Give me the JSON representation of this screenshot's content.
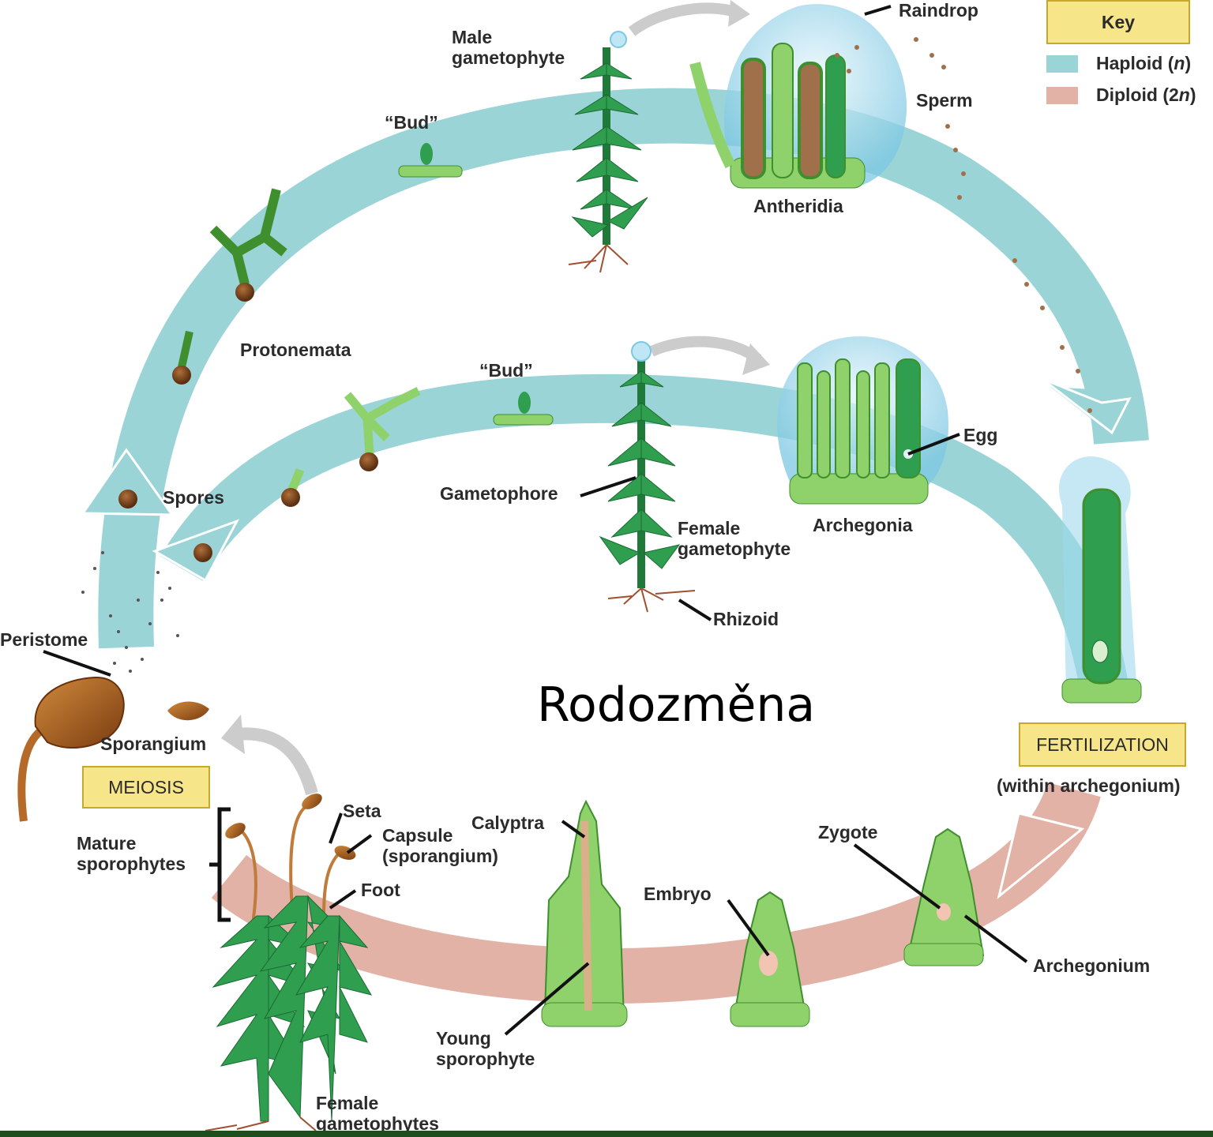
{
  "title": "Rodozměna",
  "key": {
    "title": "Key",
    "haploid_label": "Haploid (",
    "haploid_n": "n",
    "diploid_label": "Diploid (2",
    "diploid_n": "n",
    "haploid_color": "#9ad4d6",
    "diploid_color": "#e3b2a6"
  },
  "boxes": {
    "meiosis": "MEIOSIS",
    "fertilization": "FERTILIZATION"
  },
  "labels": {
    "raindrop": "Raindrop",
    "male_gametophyte_1": "Male",
    "male_gametophyte_2": "gametophyte",
    "bud_top": "“Bud”",
    "sperm": "Sperm",
    "antheridia": "Antheridia",
    "protonemata": "Protonemata",
    "bud_mid": "“Bud”",
    "egg": "Egg",
    "spores": "Spores",
    "gametophore": "Gametophore",
    "female_gametophyte_1": "Female",
    "female_gametophyte_2": "gametophyte",
    "archegonia": "Archegonia",
    "rhizoid": "Rhizoid",
    "peristome": "Peristome",
    "sporangium": "Sporangium",
    "within_archegonium": "(within archegonium)",
    "seta": "Seta",
    "calyptra": "Calyptra",
    "capsule_1": "Capsule",
    "capsule_2": "(sporangium)",
    "zygote": "Zygote",
    "mature_sporophytes_1": "Mature",
    "mature_sporophytes_2": "sporophytes",
    "foot": "Foot",
    "embryo": "Embryo",
    "archegonium": "Archegonium",
    "young_sporophyte_1": "Young",
    "young_sporophyte_2": "sporophyte",
    "female_gametophytes_1": "Female",
    "female_gametophytes_2": "gametophytes"
  }
}
